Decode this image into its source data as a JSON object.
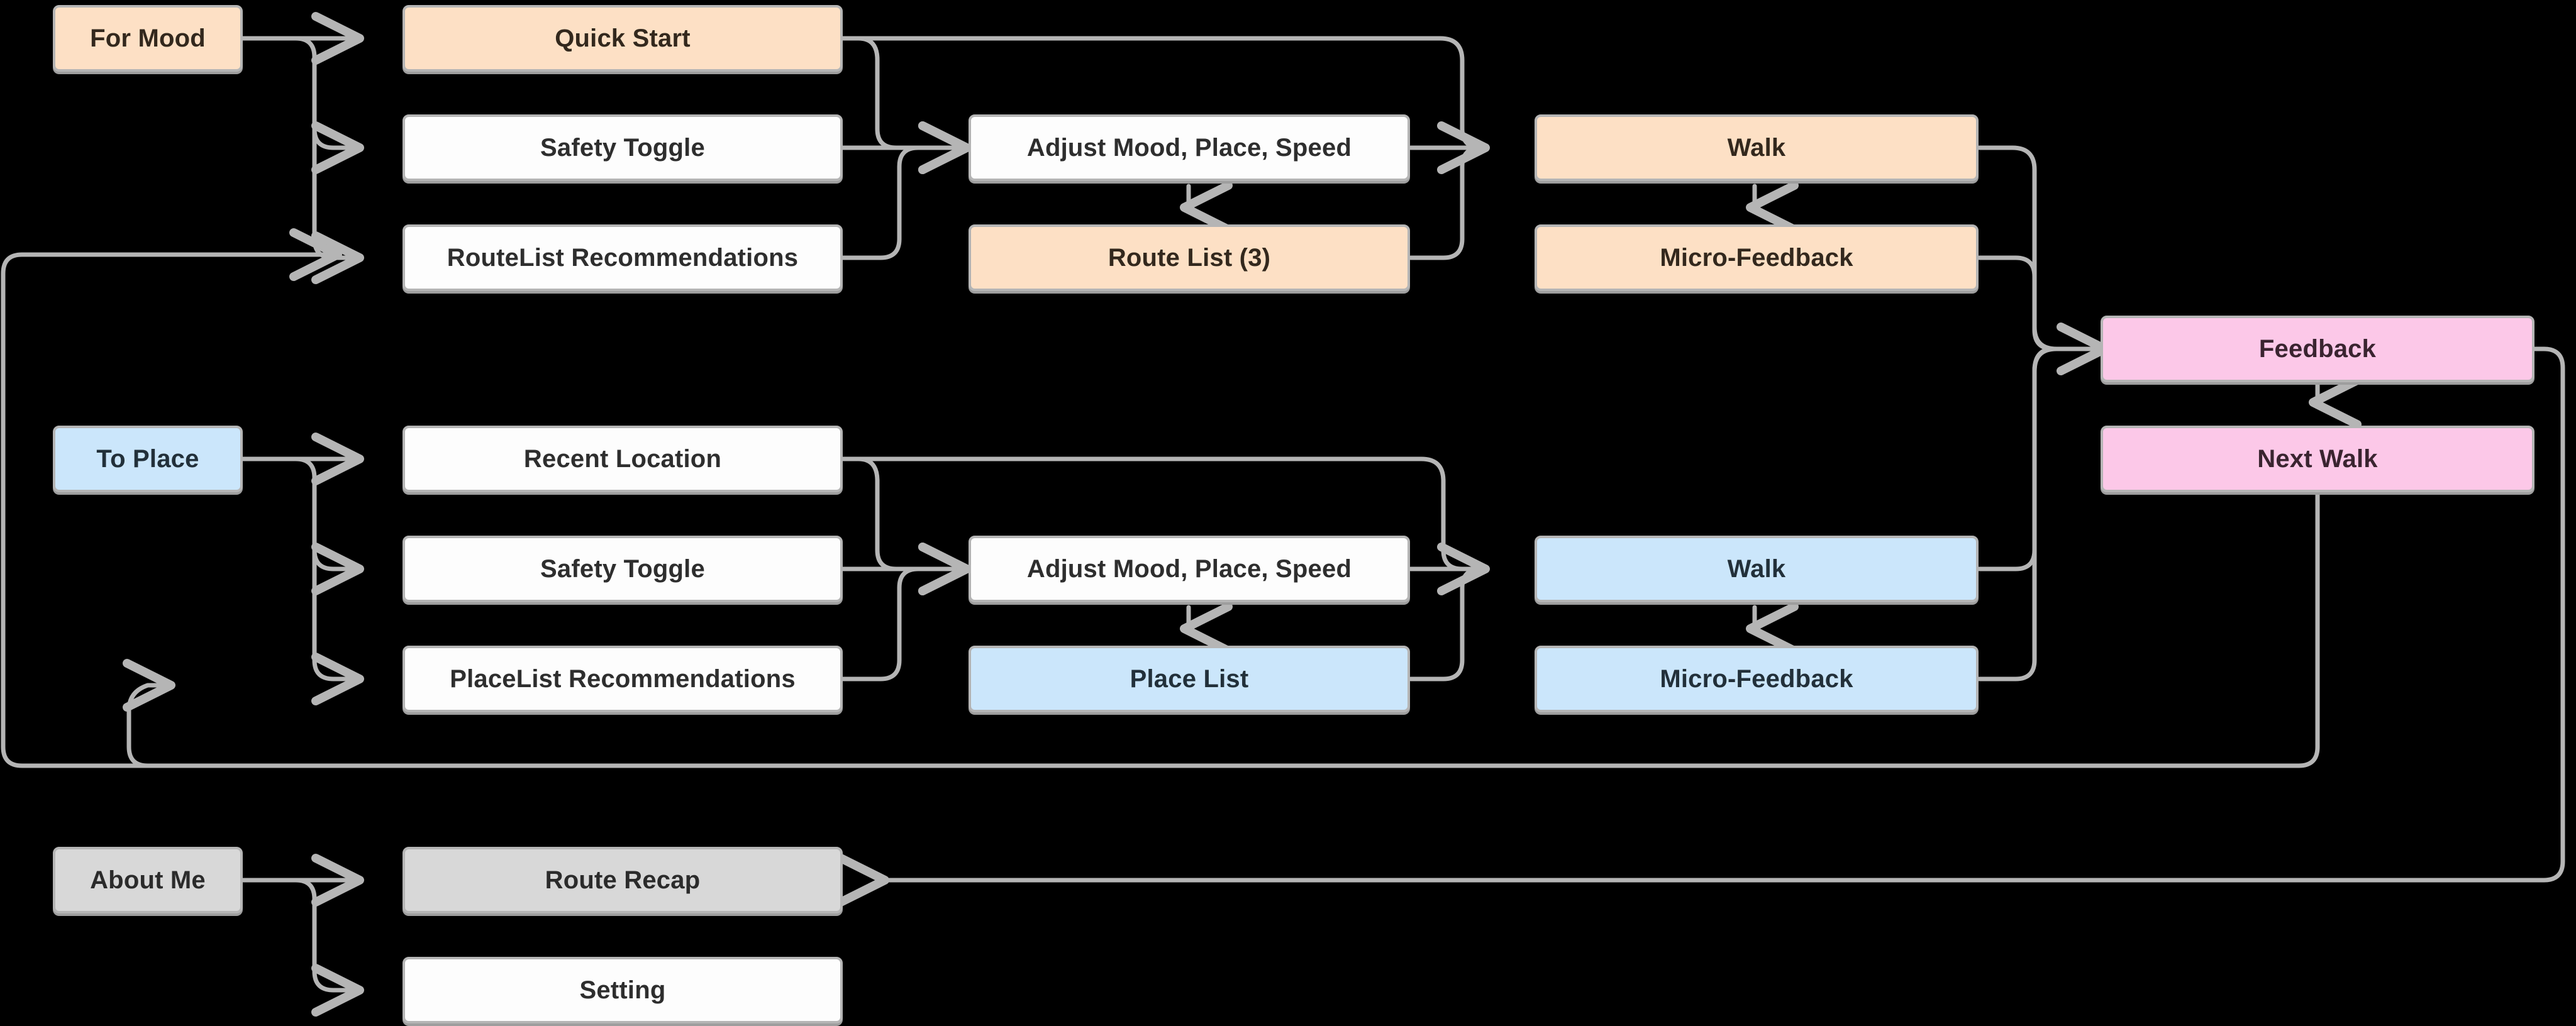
{
  "diagram": {
    "title": "Walking App Navigation Flow",
    "background": "#000000",
    "edge_color": "#b5b5b5",
    "palette": {
      "peach": "#fde0c5",
      "blue": "#cbe6fb",
      "pink": "#fcc8e8",
      "gray": "#d8d8d8",
      "white": "#fdfdfd",
      "border": "#b5b5b5"
    }
  },
  "nodes": {
    "for_mood": {
      "label": "For Mood"
    },
    "quick_start": {
      "label": "Quick Start"
    },
    "safety_toggle_1": {
      "label": "Safety Toggle"
    },
    "routelist_rec": {
      "label": "RouteList Recommendations"
    },
    "adjust_1": {
      "label": "Adjust Mood, Place, Speed"
    },
    "route_list": {
      "label": "Route List (3)"
    },
    "walk_1": {
      "label": "Walk"
    },
    "micro_feedback_1": {
      "label": "Micro-Feedback"
    },
    "to_place": {
      "label": "To Place"
    },
    "recent_location": {
      "label": "Recent Location"
    },
    "safety_toggle_2": {
      "label": "Safety Toggle"
    },
    "placelist_rec": {
      "label": "PlaceList Recommendations"
    },
    "adjust_2": {
      "label": "Adjust Mood, Place, Speed"
    },
    "place_list": {
      "label": "Place List"
    },
    "walk_2": {
      "label": "Walk"
    },
    "micro_feedback_2": {
      "label": "Micro-Feedback"
    },
    "feedback": {
      "label": "Feedback"
    },
    "next_walk": {
      "label": "Next Walk"
    },
    "about_me": {
      "label": "About Me"
    },
    "route_recap": {
      "label": "Route Recap"
    },
    "setting": {
      "label": "Setting"
    }
  },
  "edges": [
    {
      "from": "for_mood",
      "to": "quick_start"
    },
    {
      "from": "for_mood",
      "to": "safety_toggle_1"
    },
    {
      "from": "for_mood",
      "to": "routelist_rec"
    },
    {
      "from": "quick_start",
      "to": "walk_1"
    },
    {
      "from": "safety_toggle_1",
      "to": "adjust_1"
    },
    {
      "from": "routelist_rec",
      "to": "adjust_1"
    },
    {
      "from": "adjust_1",
      "to": "route_list"
    },
    {
      "from": "adjust_1",
      "to": "walk_1"
    },
    {
      "from": "route_list",
      "to": "walk_1"
    },
    {
      "from": "walk_1",
      "to": "micro_feedback_1"
    },
    {
      "from": "walk_1",
      "to": "feedback"
    },
    {
      "from": "micro_feedback_1",
      "to": "feedback"
    },
    {
      "from": "to_place",
      "to": "recent_location"
    },
    {
      "from": "to_place",
      "to": "safety_toggle_2"
    },
    {
      "from": "to_place",
      "to": "placelist_rec"
    },
    {
      "from": "recent_location",
      "to": "walk_2"
    },
    {
      "from": "safety_toggle_2",
      "to": "adjust_2"
    },
    {
      "from": "placelist_rec",
      "to": "adjust_2"
    },
    {
      "from": "adjust_2",
      "to": "place_list"
    },
    {
      "from": "adjust_2",
      "to": "walk_2"
    },
    {
      "from": "place_list",
      "to": "walk_2"
    },
    {
      "from": "walk_2",
      "to": "micro_feedback_2"
    },
    {
      "from": "walk_2",
      "to": "feedback"
    },
    {
      "from": "micro_feedback_2",
      "to": "feedback"
    },
    {
      "from": "feedback",
      "to": "next_walk"
    },
    {
      "from": "feedback",
      "to": "route_recap"
    },
    {
      "from": "next_walk",
      "to": "routelist_rec"
    },
    {
      "from": "next_walk",
      "to": "placelist_rec"
    },
    {
      "from": "about_me",
      "to": "route_recap"
    },
    {
      "from": "about_me",
      "to": "setting"
    }
  ]
}
